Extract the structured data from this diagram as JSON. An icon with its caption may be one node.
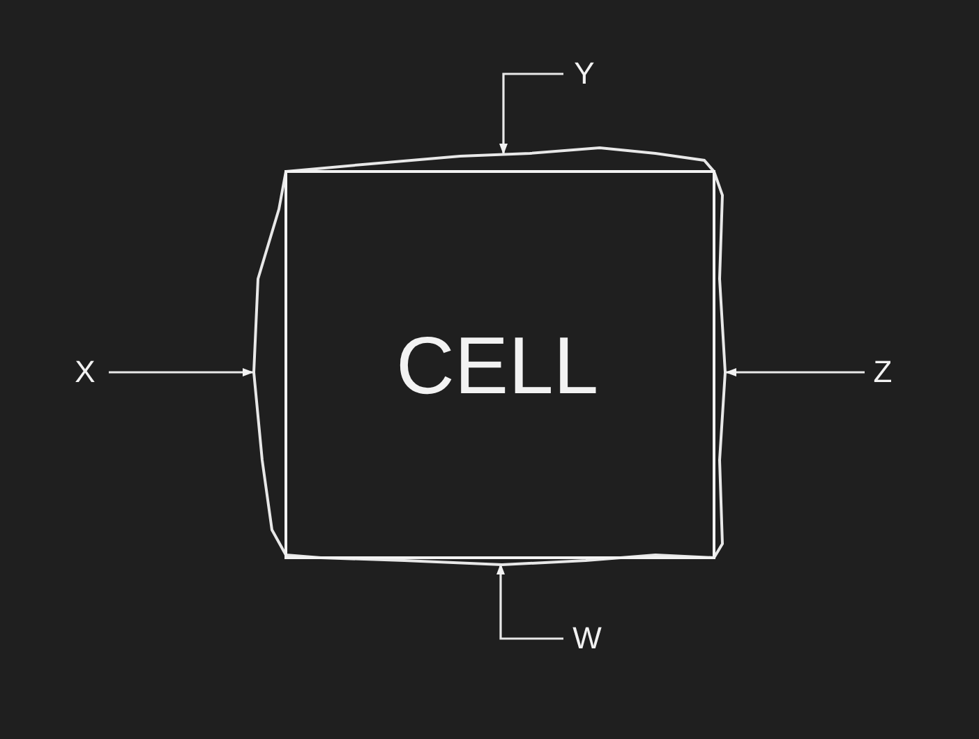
{
  "diagram": {
    "nodes": [
      {
        "text": [
          "Y"
        ]
      },
      {
        "text": [
          "X"
        ]
      },
      {
        "text": [
          "CELL"
        ]
      },
      {
        "text": [
          "Z"
        ]
      },
      {
        "text": [
          "W"
        ]
      }
    ],
    "edges": [
      {
        "from": 0,
        "to": 2,
        "arrow": "to"
      },
      {
        "from": 1,
        "to": 2,
        "arrow": "to"
      },
      {
        "from": 3,
        "to": 2,
        "arrow": "to"
      },
      {
        "from": 4,
        "to": 2,
        "arrow": "to"
      }
    ]
  }
}
